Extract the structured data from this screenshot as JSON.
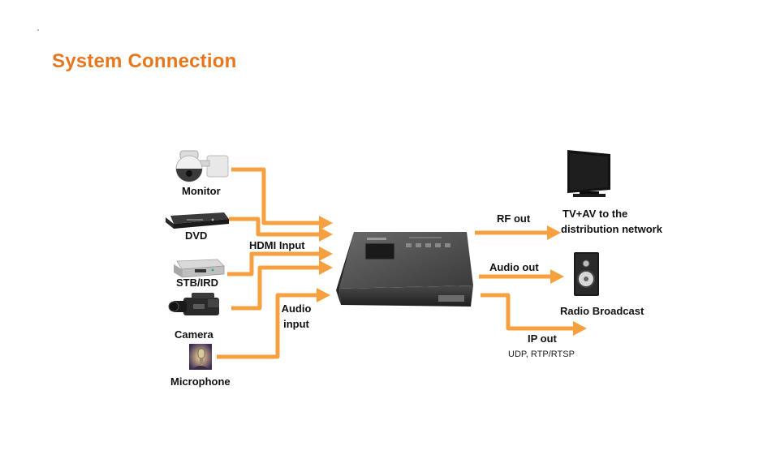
{
  "title": "System Connection",
  "inputs": {
    "monitor": "Monitor",
    "dvd": "DVD",
    "stb": "STB/IRD",
    "camera": "Camera",
    "microphone": "Microphone",
    "hdmi_input": "HDMI Input",
    "audio_input_line1": "Audio",
    "audio_input_line2": "input"
  },
  "outputs": {
    "rf_out": "RF out",
    "audio_out": "Audio out",
    "ip_out": "IP out",
    "ip_protocols": "UDP, RTP/RTSP",
    "tv_line1": "TV+AV to the",
    "tv_line2": "distribution network",
    "radio": "Radio Broadcast"
  },
  "colors": {
    "accent": "#e8761c",
    "arrow": "#f7a040",
    "device": "#2b2b2b"
  }
}
